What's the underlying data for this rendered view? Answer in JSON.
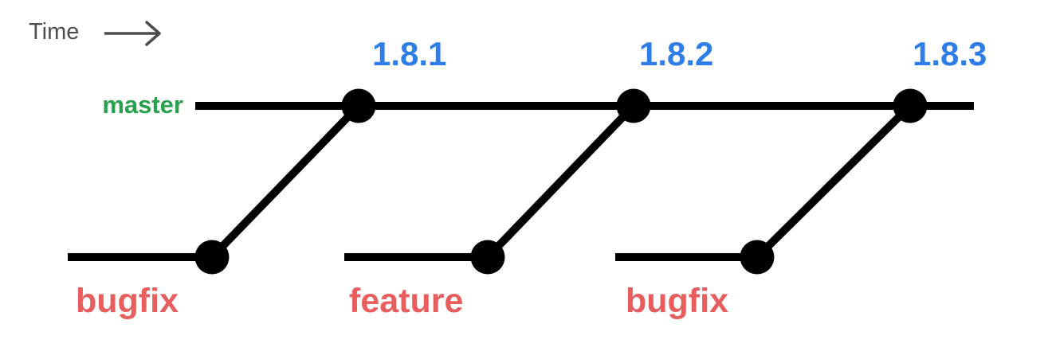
{
  "colors": {
    "line": "#000000",
    "time": "#4d4d4d",
    "master_label": "#28a04d",
    "tag": "#2e7de9",
    "branch_label": "#e85d5d"
  },
  "header": {
    "time_label": "Time"
  },
  "diagram": {
    "master": {
      "label": "master",
      "tags": [
        {
          "label": "1.8.1"
        },
        {
          "label": "1.8.2"
        },
        {
          "label": "1.8.3"
        }
      ]
    },
    "branches": [
      {
        "label": "bugfix",
        "merges_into": "1.8.1"
      },
      {
        "label": "feature",
        "merges_into": "1.8.2"
      },
      {
        "label": "bugfix",
        "merges_into": "1.8.3"
      }
    ]
  }
}
